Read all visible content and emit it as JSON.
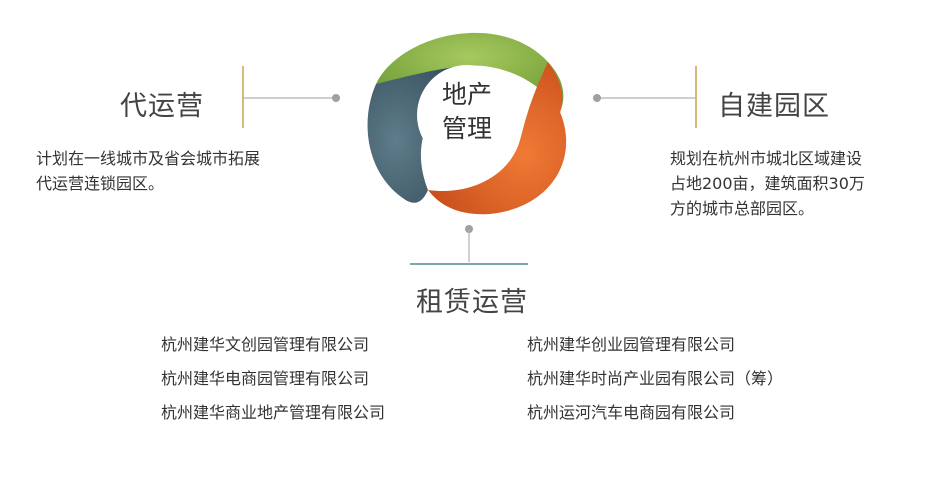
{
  "center": {
    "line1": "地产",
    "line2": "管理"
  },
  "left": {
    "title": "代运营",
    "desc_line1": "计划在一线城市及省会城市拓展",
    "desc_line2": "代运营连锁园区。"
  },
  "right": {
    "title": "自建园区",
    "desc_line1": "规划在杭州市城北区域建设",
    "desc_line2": "占地200亩，建筑面积30万",
    "desc_line3": "方的城市总部园区。"
  },
  "bottom": {
    "title": "租赁运营",
    "companies_left": [
      "杭州建华文创园管理有限公司",
      "杭州建华电商园管理有限公司",
      "杭州建华商业地产管理有限公司"
    ],
    "companies_right": [
      "杭州建华创业园管理有限公司",
      "杭州建华时尚产业园有限公司（筹）",
      "杭州运河汽车电商园有限公司"
    ]
  },
  "colors": {
    "green": "#8db54a",
    "orange": "#e7662c",
    "slate": "#4f6976",
    "connector_gold": "#c9a24b",
    "connector_teal": "#4f8a8b",
    "connector_grey": "#b0b0b0"
  }
}
